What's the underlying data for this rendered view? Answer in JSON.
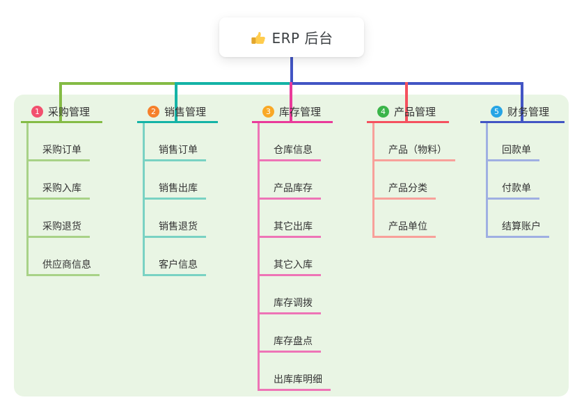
{
  "root": {
    "title": "ERP 后台",
    "icon": "thumbs-up"
  },
  "branches": [
    {
      "num": "1",
      "label": "采购管理",
      "badge_color": "#f2506e",
      "line_color": "#84bb45",
      "child_line_color": "#a8d287",
      "children": [
        "采购订单",
        "采购入库",
        "采购退货",
        "供应商信息"
      ]
    },
    {
      "num": "2",
      "label": "销售管理",
      "badge_color": "#f6802b",
      "line_color": "#14b3a6",
      "child_line_color": "#79d2c3",
      "children": [
        "销售订单",
        "销售出库",
        "销售退货",
        "客户信息"
      ]
    },
    {
      "num": "3",
      "label": "库存管理",
      "badge_color": "#f9a826",
      "line_color": "#e93a9a",
      "child_line_color": "#ee74b6",
      "children": [
        "仓库信息",
        "产品库存",
        "其它出库",
        "其它入库",
        "库存调拨",
        "库存盘点",
        "出库库明细"
      ]
    },
    {
      "num": "4",
      "label": "产品管理",
      "badge_color": "#3bb54a",
      "line_color": "#f5515f",
      "child_line_color": "#f8a09a",
      "children": [
        "产品（物料）",
        "产品分类",
        "产品单位"
      ]
    },
    {
      "num": "5",
      "label": "财务管理",
      "badge_color": "#27a5e5",
      "line_color": "#4255c4",
      "child_line_color": "#9fafe2",
      "children": [
        "回款单",
        "付款单",
        "结算账户"
      ]
    }
  ],
  "colors": {
    "canvas_background": "#e9f5e4",
    "root_connector": "#4255c4",
    "text": "#333333"
  }
}
